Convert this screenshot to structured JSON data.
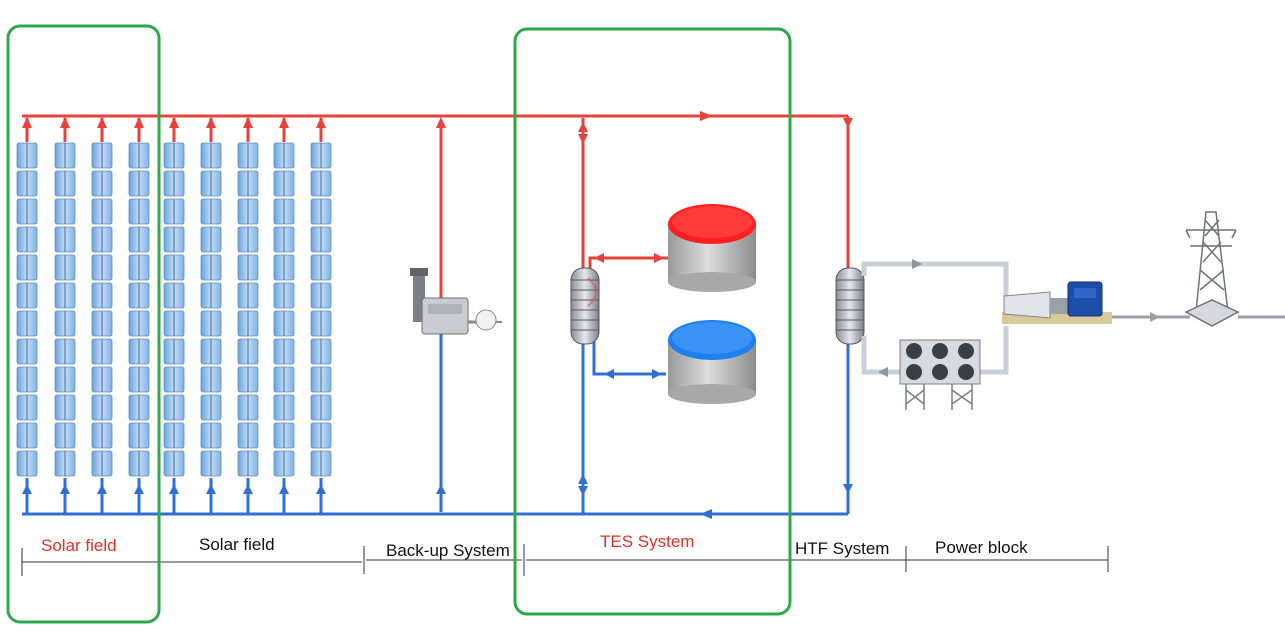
{
  "labels": {
    "solar_field_highlighted": "Solar field",
    "solar_field": "Solar field",
    "backup_system": "Back-up System",
    "tes_system": "TES System",
    "htf_system": "HTF System",
    "power_block": "Power block"
  },
  "colors": {
    "hot_line": "#e8403a",
    "cold_line": "#2f6fd6",
    "highlight_box": "#2ea84a",
    "highlight_label": "#e0302a",
    "normal_label": "#111111",
    "collector": "#9ec4ec",
    "hot_tank": "#ff1f1f",
    "cold_tank": "#1f7ff0",
    "tank_body": "#bdbdbd",
    "steam_line": "#d8dde4"
  },
  "components": {
    "collector_rows": 9,
    "icons": [
      "parabolic-trough-collector-icon",
      "backup-boiler-icon",
      "heat-exchanger-icon",
      "hot-tank-icon",
      "cold-tank-icon",
      "steam-generator-icon",
      "air-cooled-condenser-icon",
      "turbine-generator-icon",
      "transmission-tower-icon"
    ]
  }
}
